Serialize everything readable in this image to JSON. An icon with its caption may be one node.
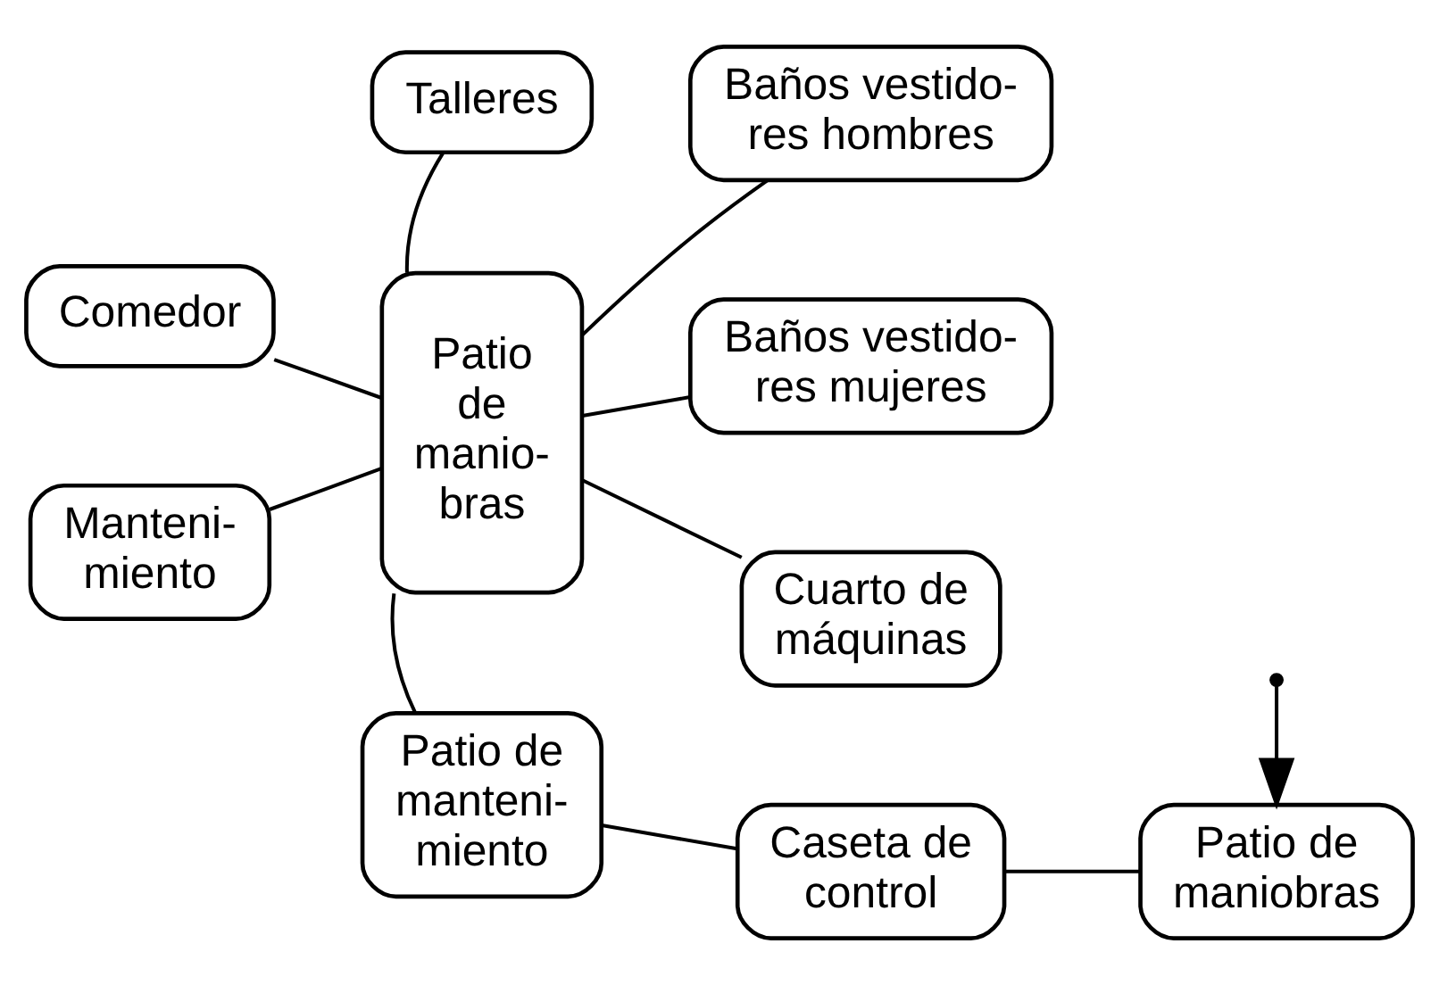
{
  "diagram": {
    "nodes": [
      {
        "text": [
          "Talleres"
        ]
      },
      {
        "text": [
          "Comedor"
        ]
      },
      {
        "text": [
          "Patio de manio- bras"
        ]
      },
      {
        "text": [
          "Baños vestido- res hombres"
        ]
      },
      {
        "text": [
          "Baños vestido- res mujeres"
        ]
      },
      {
        "text": [
          "Manteni- miento"
        ]
      },
      {
        "text": [
          "Cuarto de máquinas"
        ]
      },
      {
        "text": [
          "Patio de manteni- miento"
        ]
      },
      {
        "text": [
          "Caseta de control"
        ]
      },
      {
        "text": [
          "Patio de maniobras"
        ]
      }
    ],
    "edges": [
      {
        "from": 0,
        "to": 2,
        "arrow": "none"
      },
      {
        "from": 1,
        "to": 2,
        "arrow": "none"
      },
      {
        "from": 2,
        "to": 3,
        "arrow": "none"
      },
      {
        "from": 2,
        "to": 4,
        "arrow": "none"
      },
      {
        "from": 5,
        "to": 2,
        "arrow": "none"
      },
      {
        "from": 2,
        "to": 6,
        "arrow": "none"
      },
      {
        "from": 2,
        "to": 7,
        "arrow": "none"
      },
      {
        "from": 7,
        "to": 8,
        "arrow": "none"
      },
      {
        "from": 8,
        "to": 9,
        "arrow": "none"
      },
      {
        "from": null,
        "to": 9,
        "arrow": "to"
      }
    ]
  }
}
